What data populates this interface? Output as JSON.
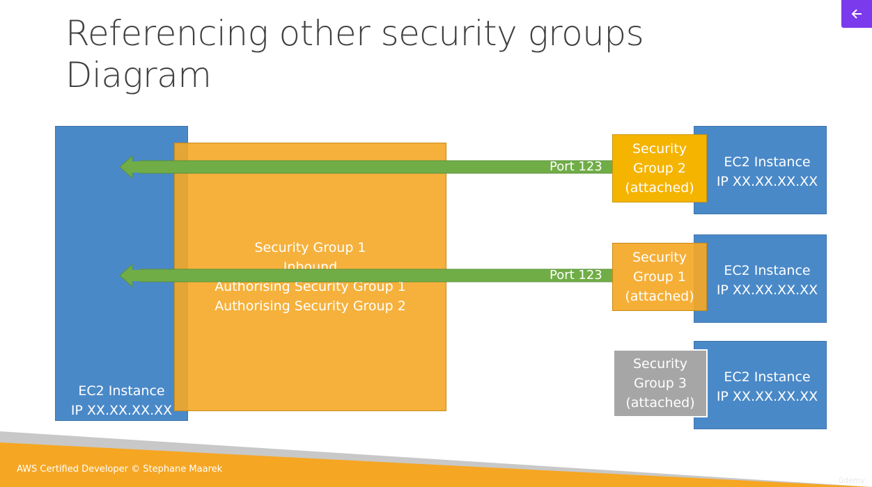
{
  "title": {
    "line1": "Referencing other security groups",
    "line2": "Diagram"
  },
  "left_instance": {
    "line1": "EC2 Instance",
    "line2": "IP XX.XX.XX.XX"
  },
  "sg1_box": {
    "line1": "Security Group 1",
    "line2": "Inbound",
    "line3": "Authorising Security Group 1",
    "line4": "Authorising Security Group 2"
  },
  "arrows": [
    {
      "label": "Port 123",
      "color": "#70ad47"
    },
    {
      "label": "Port 123",
      "color": "#70ad47"
    }
  ],
  "right_instances": [
    {
      "sg_line1": "Security",
      "sg_line2": "Group 2",
      "sg_line3": "(attached)",
      "sg_color": "#f5b400",
      "ec2_line1": "EC2 Instance",
      "ec2_line2": "IP XX.XX.XX.XX"
    },
    {
      "sg_line1": "Security",
      "sg_line2": "Group 1",
      "sg_line3": "(attached)",
      "sg_color": "#f4a826",
      "ec2_line1": "EC2 Instance",
      "ec2_line2": "IP XX.XX.XX.XX"
    },
    {
      "sg_line1": "Security",
      "sg_line2": "Group 3",
      "sg_line3": "(attached)",
      "sg_color": "#a6a6a6",
      "ec2_line1": "EC2 Instance",
      "ec2_line2": "IP XX.XX.XX.XX"
    }
  ],
  "footer": {
    "text": "AWS Certified Developer © Stephane Maarek",
    "watermark": "ûdemy"
  },
  "colors": {
    "ec2_blue": "#4a89c8",
    "sg_orange": "#f4a826",
    "arrow_green": "#70ad47",
    "footer_orange": "#f5a623",
    "footer_grey": "#c8c8c8",
    "back_button": "#7c3aed"
  },
  "icons": {
    "back": "arrow-left-icon"
  }
}
